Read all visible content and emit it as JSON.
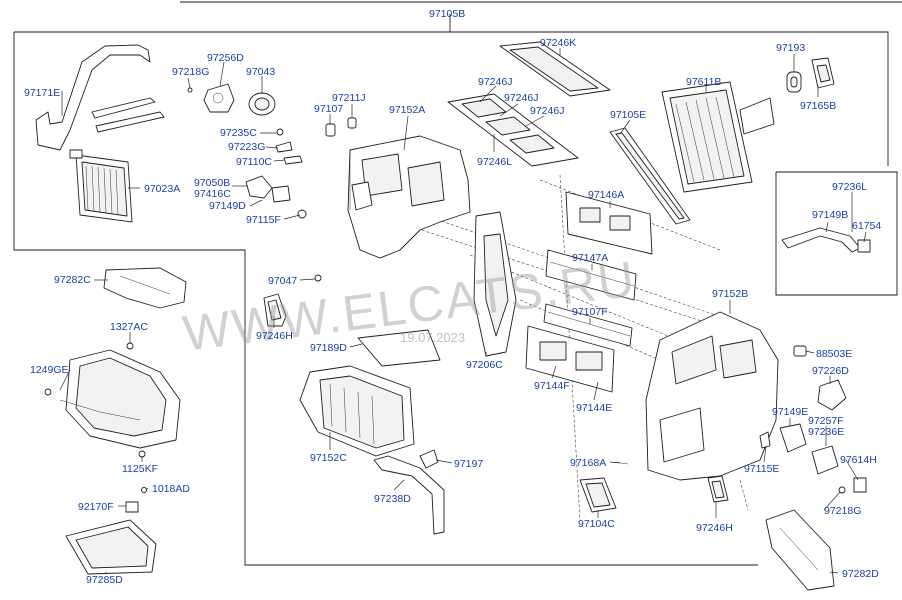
{
  "labels": {
    "97105B": "97105B",
    "97171E": "97171E",
    "97218G_top": "97218G",
    "97256D": "97256D",
    "97043": "97043",
    "97023A": "97023A",
    "97235C": "97235C",
    "97223G": "97223G",
    "97110C": "97110C",
    "97050B": "97050B",
    "97416C": "97416C",
    "97149D": "97149D",
    "97115F": "97115F",
    "97107": "97107",
    "97211J": "97211J",
    "97152A": "97152A",
    "97246K": "97246K",
    "97246J_a": "97246J",
    "97246J_b": "97246J",
    "97246J_c": "97246J",
    "97246L": "97246L",
    "97105E": "97105E",
    "97611B": "97611B",
    "97193": "97193",
    "97165B": "97165B",
    "97146A": "97146A",
    "97236L": "97236L",
    "97149B": "97149B",
    "61754": "61754",
    "97147A": "97147A",
    "97152B": "97152B",
    "97282C": "97282C",
    "97047": "97047",
    "97246H_left": "97246H",
    "1327AC": "1327AC",
    "97189D": "97189D",
    "97206C": "97206C",
    "97107F": "97107F",
    "97144F": "97144F",
    "97144E": "97144E",
    "88503E": "88503E",
    "97226D": "97226D",
    "1249GE": "1249GE",
    "97149E": "97149E",
    "97257F": "97257F",
    "97236E": "97236E",
    "97152C": "97152C",
    "97197": "97197",
    "97168A": "97168A",
    "97115E": "97115E",
    "97614H": "97614H",
    "1125KF": "1125KF",
    "1018AD": "1018AD",
    "97238D": "97238D",
    "92170F": "92170F",
    "97104C": "97104C",
    "97246H_right": "97246H",
    "97218G_bottom": "97218G",
    "97285D": "97285D",
    "97282D": "97282D"
  },
  "watermark": {
    "text": "WWW.ELCATS.RU",
    "date": "19.07.2023"
  }
}
